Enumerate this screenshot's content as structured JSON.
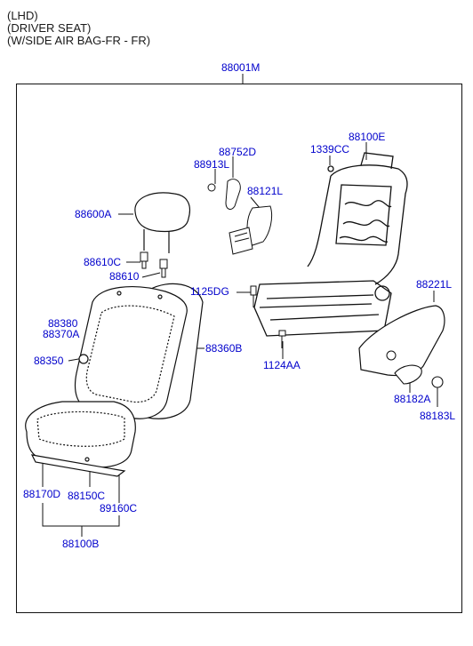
{
  "header": {
    "line1": "(LHD)",
    "line2": "(DRIVER SEAT)",
    "line3": "(W/SIDE AIR BAG-FR - FR)"
  },
  "labels": {
    "assembly": "88001M",
    "lumbar_support": "88752D",
    "knob": "88913L",
    "recliner_bracket": "88121L",
    "bolt_upper": "1339CC",
    "back_frame": "88100E",
    "headrest": "88600A",
    "headrest_guide_lock": "88610C",
    "headrest_guide": "88610",
    "bolt_front": "1125DG",
    "side_cover": "88221L",
    "back_covering": "88380",
    "back_pad": "88370A",
    "back_board": "88360B",
    "airbag_label": "88350",
    "bolt_lower": "1124AA",
    "lever": "88182A",
    "cap": "88183L",
    "cushion_covering": "88170D",
    "cushion_pad": "88150C",
    "cushion_wire": "89160C",
    "cushion_assy": "88100B"
  },
  "colors": {
    "label_text": "#0000cc",
    "lines": "#111111",
    "header_text": "#1a1a1a"
  }
}
